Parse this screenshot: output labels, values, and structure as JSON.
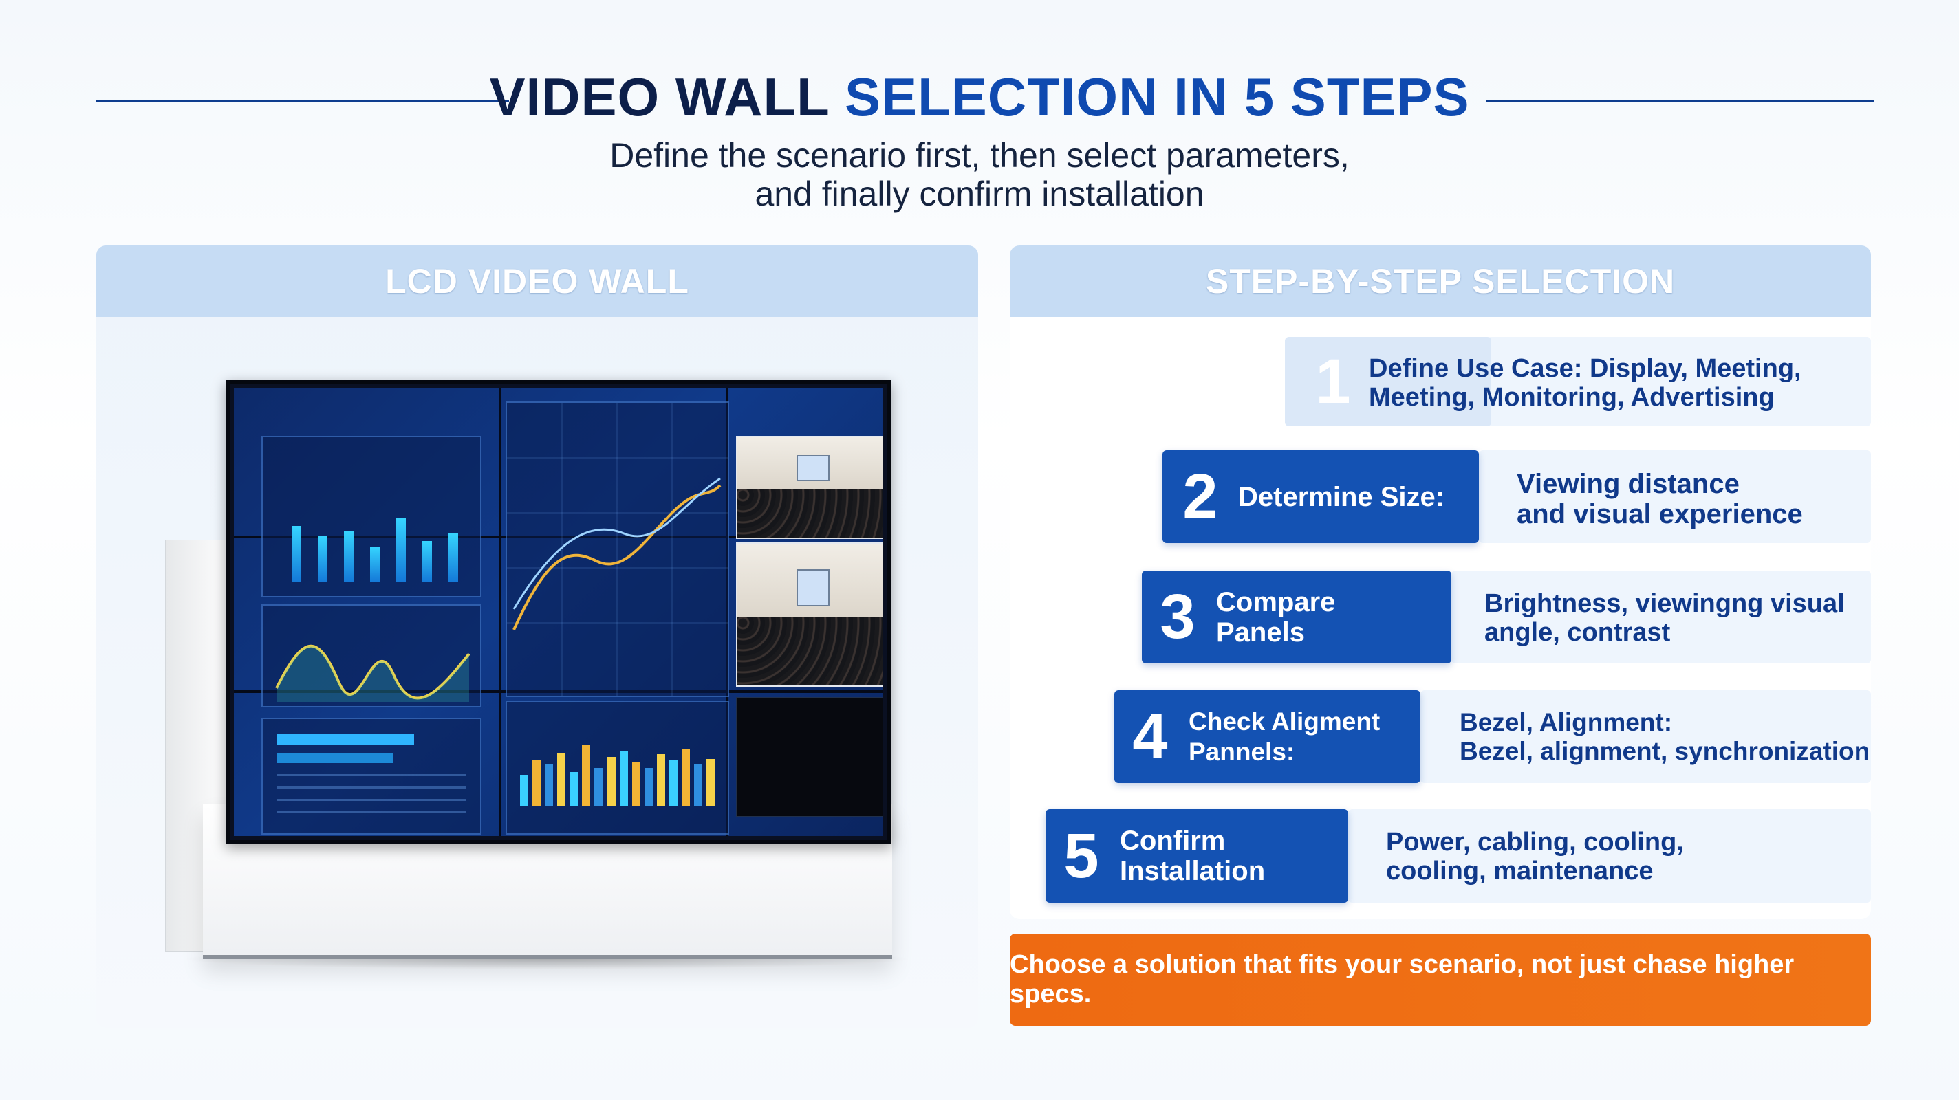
{
  "header": {
    "title_part1": "VIDEO WALL ",
    "title_part2": "SELECTION IN 5 STEPS",
    "subtitle_line1": "Define the scenario first, then select parameters,",
    "subtitle_line2": "and finally confirm installation"
  },
  "left_panel": {
    "title": "LCD VIDEO WALL",
    "bar_levels_top": [
      0.55,
      0.45,
      0.5,
      0.35,
      0.62,
      0.4,
      0.48
    ],
    "bar_levels_bottom": [
      0.4,
      0.6,
      0.55,
      0.7,
      0.45,
      0.8,
      0.5,
      0.65,
      0.72,
      0.58,
      0.5,
      0.68,
      0.6,
      0.75,
      0.55,
      0.62
    ]
  },
  "right_panel": {
    "title": "STEP-BY-STEP SELECTION",
    "steps": [
      {
        "number": "1",
        "label": "",
        "desc_line1": "Define Use Case: Display, Meeting,",
        "desc_line2": "Meeting, Monitoring, Advertising"
      },
      {
        "number": "2",
        "label_line1": "Determine Size:",
        "label_line2": "",
        "desc_line1": "Viewing distance",
        "desc_line2": "and visual experience"
      },
      {
        "number": "3",
        "label_line1": "Compare",
        "label_line2": "Panels",
        "desc_line1": "Brightness, viewingng visual",
        "desc_line2": "angle, contrast"
      },
      {
        "number": "4",
        "label_line1": "Check Aligment",
        "label_line2": "Pannels:",
        "desc_line1": "Bezel, Alignment:",
        "desc_line2": "Bezel, alignment, synchronization"
      },
      {
        "number": "5",
        "label_line1": "Confirm",
        "label_line2": "Installation",
        "desc_line1": "Power, cabling, cooling,",
        "desc_line2": "cooling, maintenance"
      }
    ],
    "cta": "Choose a solution that fits your scenario, not just chase higher specs."
  },
  "colors": {
    "title_dark": "#0c1f4a",
    "title_accent": "#0f4ab0",
    "step_blue": "#1452b3",
    "cta_orange": "#ee6a12"
  }
}
